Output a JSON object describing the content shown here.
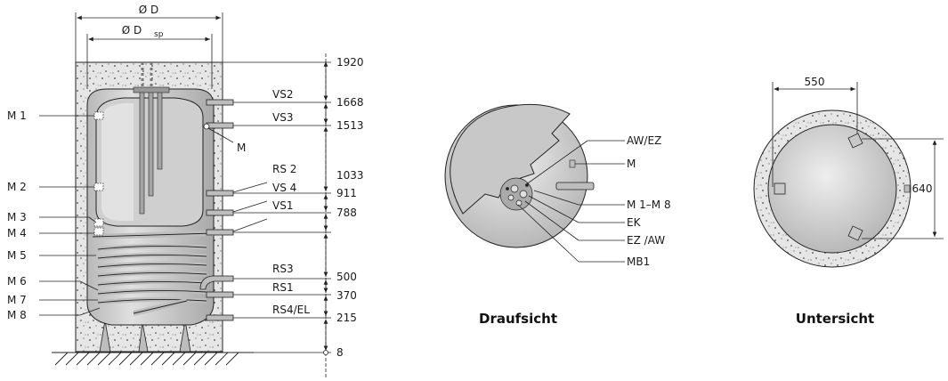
{
  "dimensions": {
    "outer_diameter": "Ø D",
    "storage_diameter_prefix": "Ø D",
    "storage_diameter_sub": "sp"
  },
  "heights": {
    "h1920": "1920",
    "h1668": "1668",
    "h1513": "1513",
    "h1033": "1033",
    "h911": "911",
    "h788": "788",
    "h500": "500",
    "h370": "370",
    "h215": "215",
    "h8": "8"
  },
  "connections_right": {
    "vs2": "VS2",
    "vs3": "VS3",
    "m": "M",
    "rs2": "RS 2",
    "vs4": "VS 4",
    "vs1": "VS1",
    "rs3": "RS3",
    "rs1": "RS1",
    "rs4el": "RS4/EL"
  },
  "sensors_left": {
    "m1": "M 1",
    "m2": "M 2",
    "m3": "M 3",
    "m4": "M 4",
    "m5": "M 5",
    "m6": "M 6",
    "m7": "M 7",
    "m8": "M 8"
  },
  "top_view": {
    "caption": "Draufsicht",
    "labels": {
      "awez": "AW/EZ",
      "m": "M",
      "m1m8": "M 1–M 8",
      "ek": "EK",
      "ezaw": "EZ /AW",
      "mb1": "MB1"
    }
  },
  "bottom_view": {
    "caption": "Untersicht",
    "width_dim": "550",
    "height_dim": "640"
  },
  "colors": {
    "insulation": "#e4e4e4",
    "tank": "#c9c9c9",
    "pipe": "#b5b5b5",
    "line": "#222222"
  }
}
